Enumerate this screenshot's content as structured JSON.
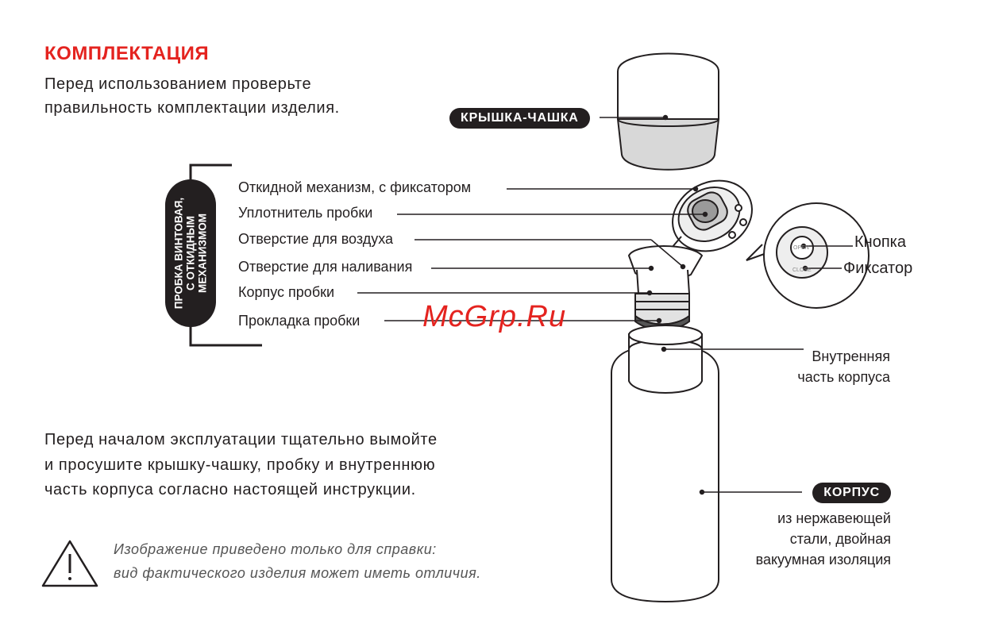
{
  "title": "КОМПЛЕКТАЦИЯ",
  "intro": {
    "line1": "Перед использованием проверьте",
    "line2": "правильность комплектации изделия."
  },
  "lid_cup_label": "КРЫШКА-ЧАШКА",
  "stopper_group_label": {
    "line1": "ПРОБКА ВИНТОВАЯ,",
    "line2": "С ОТКИДНЫМ",
    "line3": "МЕХАНИЗМОМ"
  },
  "stopper_parts": [
    "Откидной механизм, с фиксатором",
    "Уплотнитель пробки",
    "Отверстие для воздуха",
    "Отверстие для наливания",
    "Корпус пробки",
    "Прокладка пробки"
  ],
  "detail": {
    "button_label": "Кнопка",
    "lock_label": "Фиксатор",
    "open_text": "OPEN",
    "close_text": "CLOSE"
  },
  "inner_body": {
    "line1": "Внутренняя",
    "line2": "часть корпуса"
  },
  "body": {
    "label": "КОРПУС",
    "line1": "из нержавеющей",
    "line2": "стали, двойная",
    "line3": "вакуумная изоляция"
  },
  "care_text": {
    "line1": "Перед  началом  эксплуатации  тщательно  вымойте",
    "line2": "и просушите крышку-чашку, пробку и внутреннюю",
    "line3": "часть корпуса согласно настоящей инструкции."
  },
  "warning_note": {
    "line1": "Изображение приведено только для справки:",
    "line2": "вид фактического изделия может  иметь отличия."
  },
  "watermark": "McGrp.Ru",
  "colors": {
    "accent": "#e4231f",
    "dark": "#231f20"
  }
}
